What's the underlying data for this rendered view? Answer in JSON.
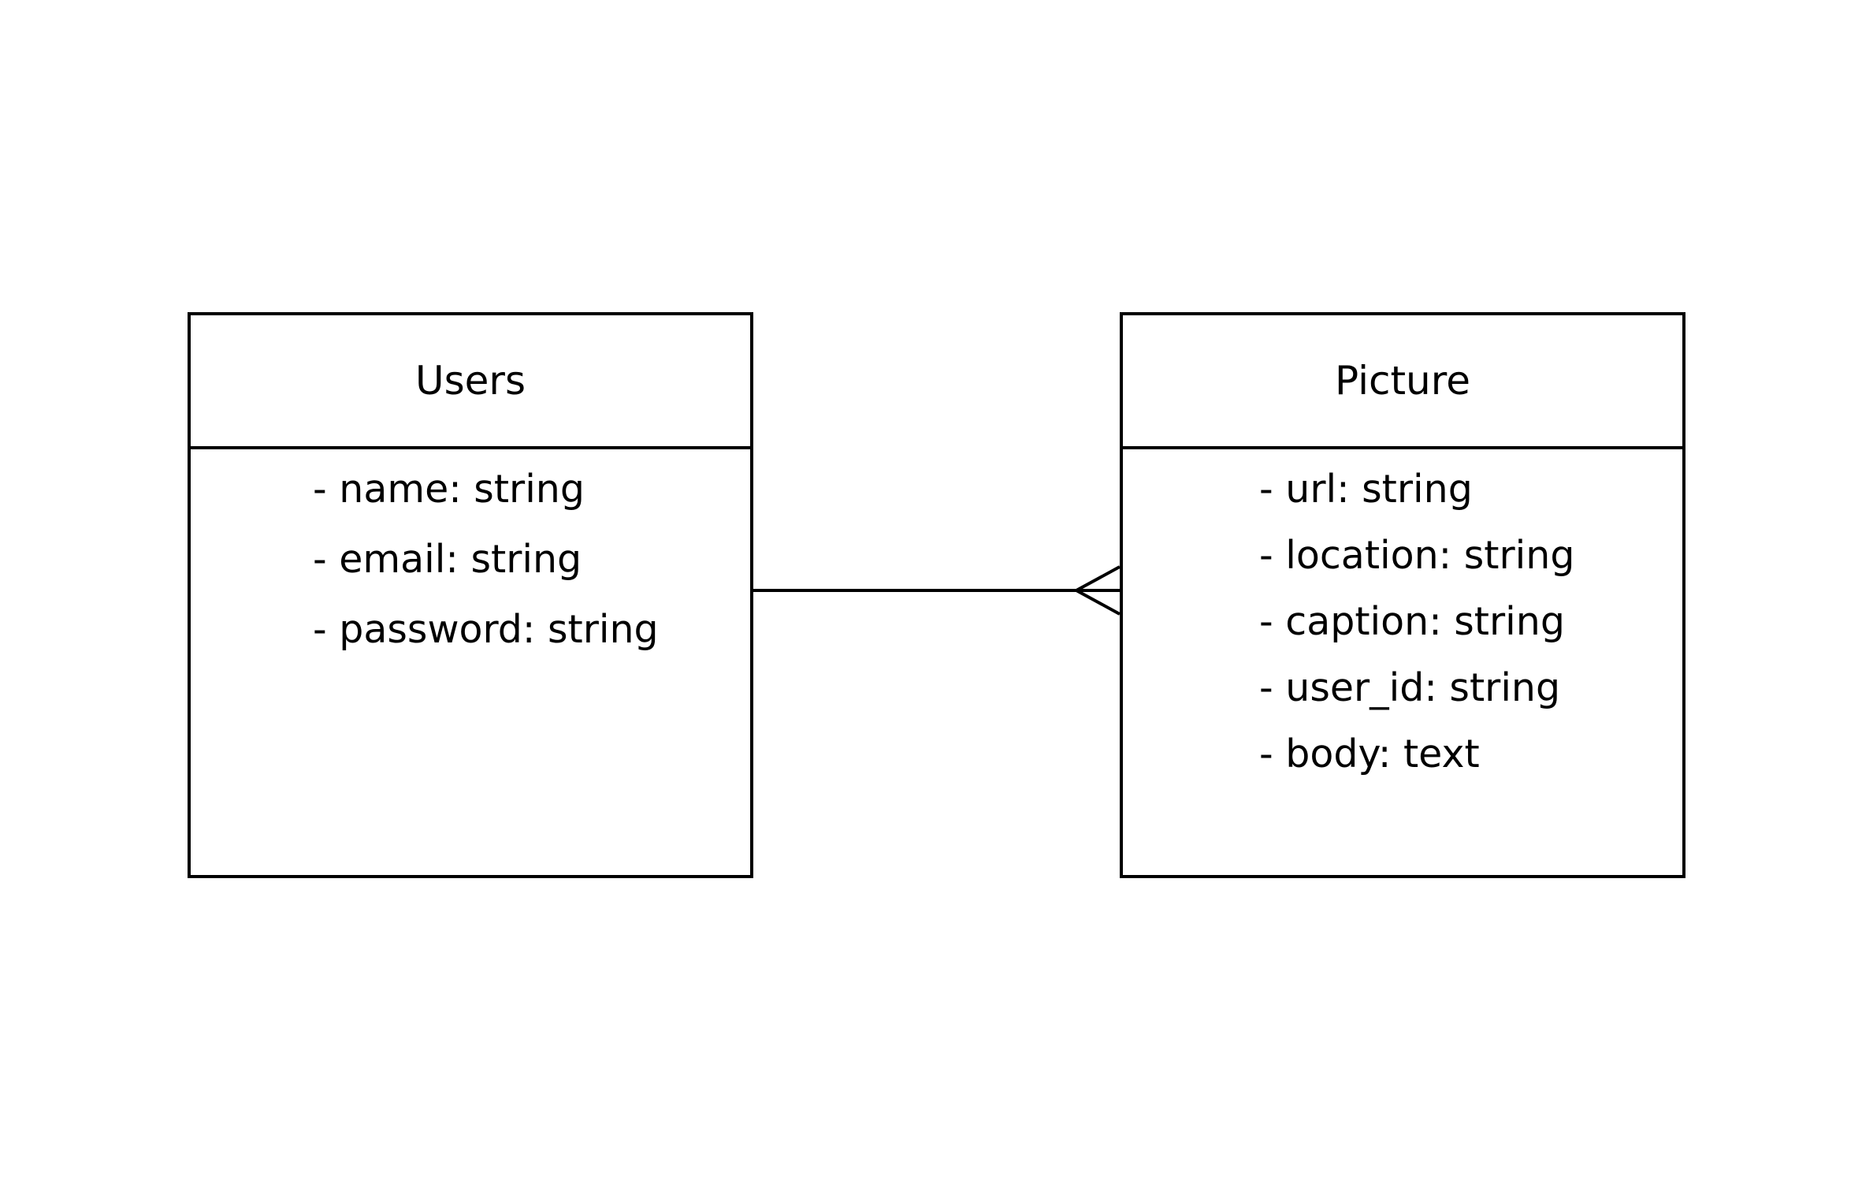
{
  "diagram": {
    "entities": [
      {
        "id": "users",
        "title": "Users",
        "attributes": [
          "- name: string",
          "- email: string",
          "- password: string"
        ]
      },
      {
        "id": "picture",
        "title": "Picture",
        "attributes": [
          "- url: string",
          "- location: string",
          "- caption: string",
          "- user_id: string",
          "- body: text"
        ]
      }
    ],
    "relationship": {
      "from": "Users",
      "to": "Picture",
      "type": "one-to-many",
      "to_end": "crow-foot"
    },
    "colors": {
      "line": "#000000",
      "background": "#ffffff",
      "text": "#000000"
    }
  }
}
